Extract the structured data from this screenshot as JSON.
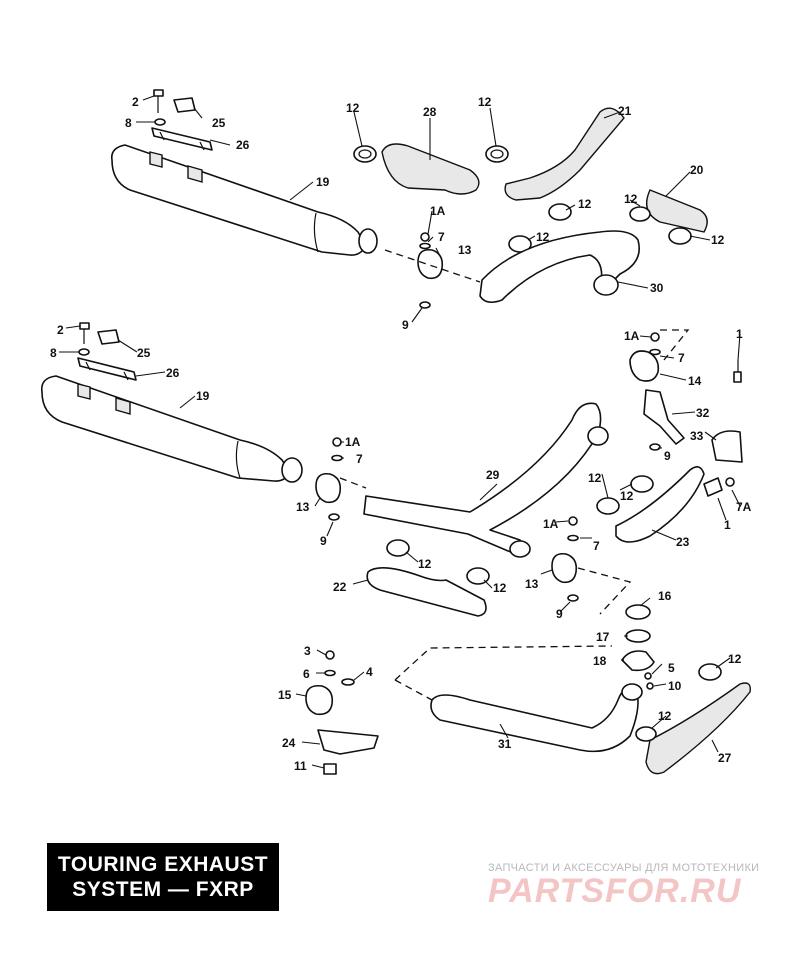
{
  "title": {
    "line1": "TOURING EXHAUST",
    "line2": "SYSTEM — FXRP"
  },
  "watermark": {
    "caption": "ЗАПЧАСТИ И АКСЕССУАРЫ ДЛЯ МОТОТЕХНИКИ",
    "logo": "PARTSFOR.RU"
  },
  "callouts": {
    "c2a": "2",
    "c8a": "8",
    "c25a": "25",
    "c26a": "26",
    "c19a": "19",
    "c12a": "12",
    "c28": "28",
    "c12b": "12",
    "c21": "21",
    "c20": "20",
    "c12c": "12",
    "c12d": "12",
    "c12e": "12",
    "c12f": "12",
    "c1Aa": "1A",
    "c7a": "7",
    "c13a": "13",
    "c9a": "9",
    "c30": "30",
    "c2b": "2",
    "c8b": "8",
    "c25b": "25",
    "c26b": "26",
    "c19b": "19",
    "c1Ab": "1A",
    "c7b": "7",
    "c1a": "1",
    "c1Ac": "1A",
    "c7c": "7",
    "c14": "14",
    "c32": "32",
    "c33": "33",
    "c9b": "9",
    "c7A": "7A",
    "c1b": "1",
    "c13b": "13",
    "c9c": "9",
    "c29": "29",
    "c12g": "12",
    "c12h": "12",
    "c23": "23",
    "c1Ad": "1A",
    "c7d": "7",
    "c13c": "13",
    "c22": "22",
    "c12i": "12",
    "c12j": "12",
    "c9d": "9",
    "c16": "16",
    "c17": "17",
    "c18": "18",
    "c5": "5",
    "c10": "10",
    "c12k": "12",
    "c3": "3",
    "c6": "6",
    "c4": "4",
    "c15": "15",
    "c24": "24",
    "c11": "11",
    "c31": "31",
    "c12l": "12",
    "c27": "27"
  }
}
